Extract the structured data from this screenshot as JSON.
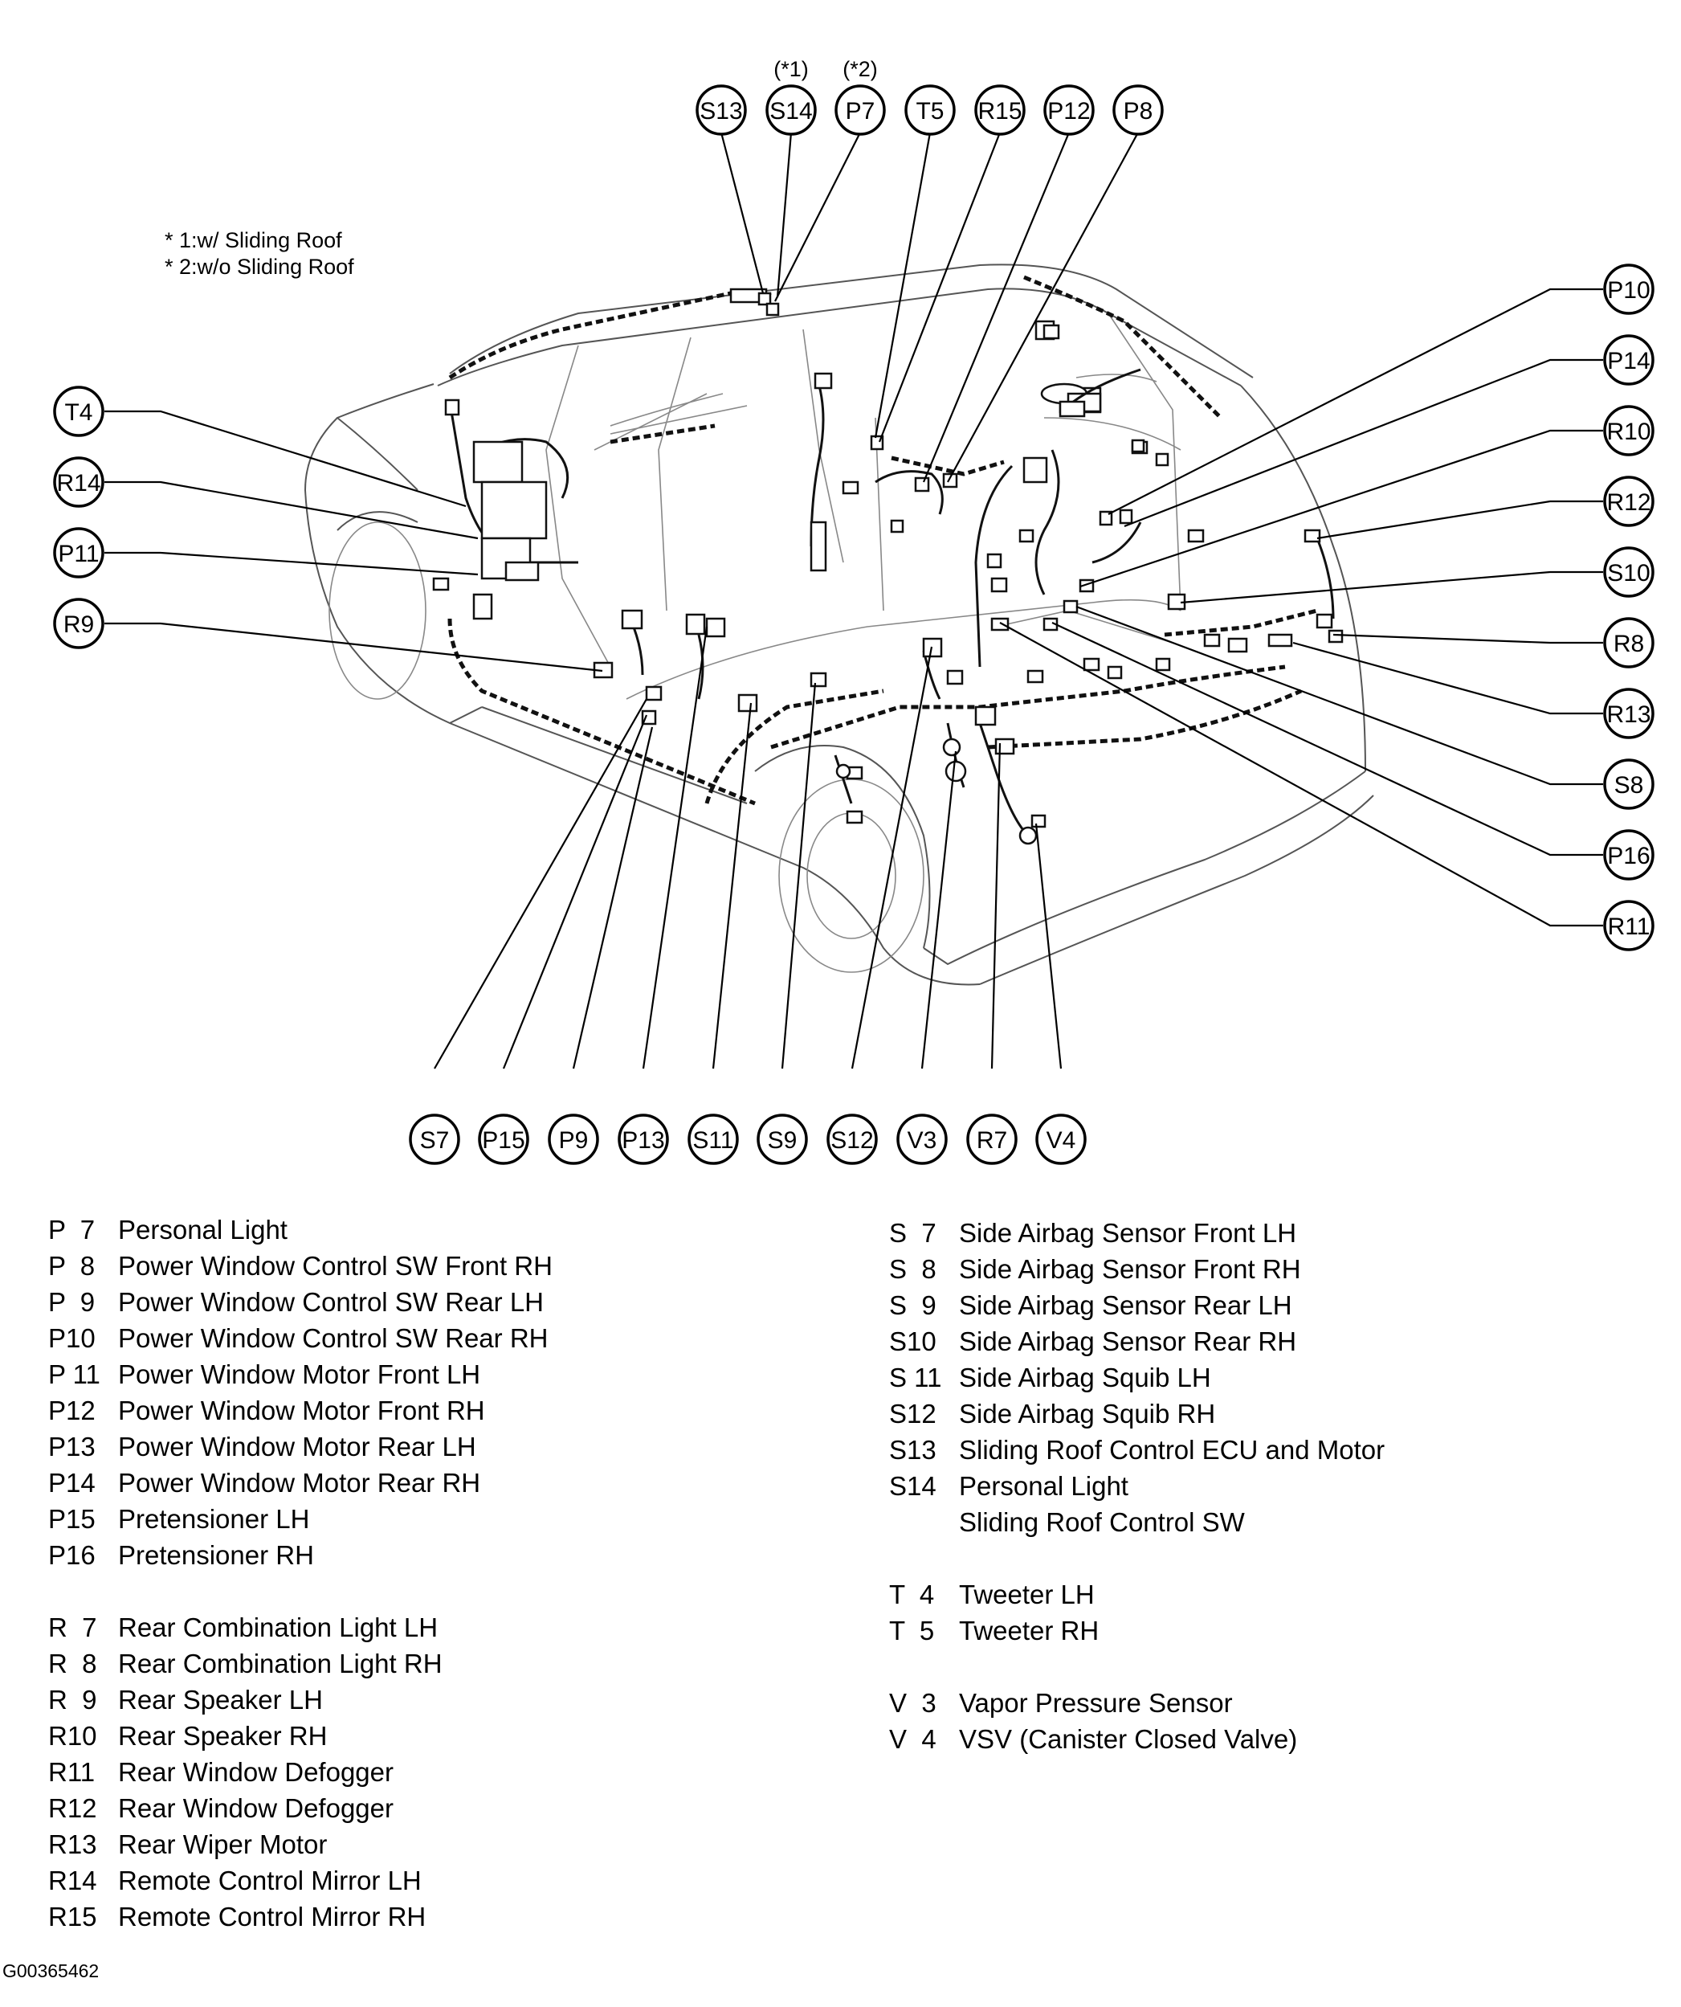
{
  "callouts": {
    "S13": "S13",
    "S14": "S14",
    "P7": "P7",
    "T5": "T5",
    "R15": "R15",
    "P12": "P12",
    "P8": "P8",
    "T4": "T4",
    "R14": "R14",
    "P11": "P11",
    "R9": "R9",
    "P10": "P10",
    "P14": "P14",
    "R10": "R10",
    "R12": "R12",
    "S10": "S10",
    "R8": "R8",
    "R13": "R13",
    "S8": "S8",
    "P16": "P16",
    "R11": "R11",
    "S7": "S7",
    "P15": "P15",
    "P9": "P9",
    "P13": "P13",
    "S11": "S11",
    "S9": "S9",
    "S12": "S12",
    "V3": "V3",
    "R7": "R7",
    "V4": "V4",
    "S14_sup": "(*1)",
    "P7_sup": "(*2)"
  },
  "notes": [
    "* 1:w/ Sliding Roof",
    "* 2:w/o Sliding Roof"
  ],
  "legend_left": [
    {
      "code": "P  7",
      "name": "Personal Light"
    },
    {
      "code": "P  8",
      "name": "Power Window Control SW Front RH"
    },
    {
      "code": "P  9",
      "name": "Power Window Control SW Rear LH"
    },
    {
      "code": "P10",
      "name": "Power Window Control SW Rear RH"
    },
    {
      "code": "P 11",
      "name": "Power Window Motor Front LH"
    },
    {
      "code": "P12",
      "name": "Power Window Motor Front RH"
    },
    {
      "code": "P13",
      "name": "Power Window Motor Rear LH"
    },
    {
      "code": "P14",
      "name": "Power Window Motor Rear RH"
    },
    {
      "code": "P15",
      "name": "Pretensioner LH"
    },
    {
      "code": "P16",
      "name": "Pretensioner RH"
    },
    {
      "code": "R  7",
      "name": "Rear Combination Light LH"
    },
    {
      "code": "R  8",
      "name": "Rear Combination Light RH"
    },
    {
      "code": "R  9",
      "name": "Rear Speaker LH"
    },
    {
      "code": "R10",
      "name": "Rear Speaker RH"
    },
    {
      "code": "R11",
      "name": "Rear Window Defogger"
    },
    {
      "code": "R12",
      "name": "Rear Window Defogger"
    },
    {
      "code": "R13",
      "name": "Rear Wiper Motor"
    },
    {
      "code": "R14",
      "name": "Remote Control Mirror LH"
    },
    {
      "code": "R15",
      "name": "Remote Control Mirror RH"
    }
  ],
  "legend_right": [
    {
      "code": "S  7",
      "name": "Side Airbag Sensor Front LH"
    },
    {
      "code": "S  8",
      "name": "Side Airbag Sensor Front RH"
    },
    {
      "code": "S  9",
      "name": "Side Airbag Sensor Rear LH"
    },
    {
      "code": "S10",
      "name": "Side Airbag Sensor Rear RH"
    },
    {
      "code": "S 11",
      "name": "Side Airbag Squib LH"
    },
    {
      "code": "S12",
      "name": "Side Airbag Squib RH"
    },
    {
      "code": "S13",
      "name": "Sliding Roof Control ECU and Motor"
    },
    {
      "code": "S14",
      "name": "Personal Light"
    },
    {
      "code": "",
      "name": "Sliding Roof Control SW"
    },
    {
      "code": "T  4",
      "name": "Tweeter LH"
    },
    {
      "code": "T  5",
      "name": "Tweeter RH"
    },
    {
      "code": "V  3",
      "name": "Vapor Pressure Sensor"
    },
    {
      "code": "V  4",
      "name": "VSV (Canister Closed Valve)"
    }
  ],
  "figure_code": "G00365462"
}
